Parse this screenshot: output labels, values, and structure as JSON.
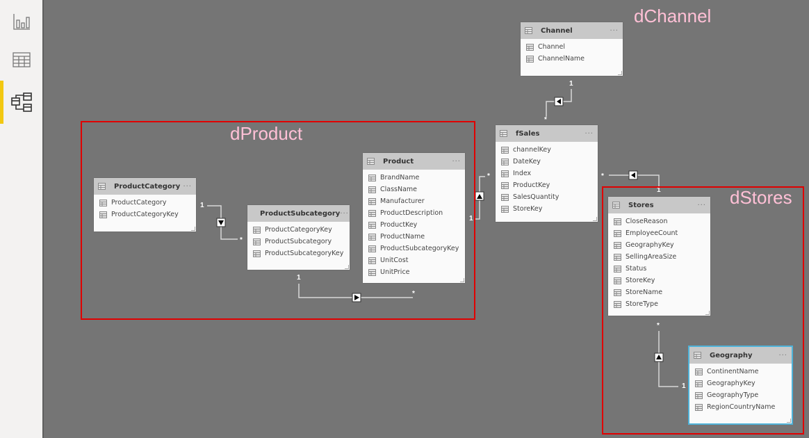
{
  "sidebar": {
    "items": [
      {
        "name": "report-view",
        "icon": "bar-chart-icon",
        "active": false
      },
      {
        "name": "data-view",
        "icon": "table-grid-icon",
        "active": false
      },
      {
        "name": "model-view",
        "icon": "model-diagram-icon",
        "active": true
      }
    ],
    "accent_color": "#f2c811"
  },
  "groups": {
    "dChannel": "dChannel",
    "dProduct": "dProduct",
    "dStores": "dStores",
    "border_color": "#e00000",
    "label_color": "#ffc0d6"
  },
  "tables": {
    "channel": {
      "title": "Channel",
      "more": "···",
      "fields": [
        "Channel",
        "ChannelName"
      ]
    },
    "fsales": {
      "title": "fSales",
      "more": "···",
      "fields": [
        "channelKey",
        "DateKey",
        "Index",
        "ProductKey",
        "SalesQuantity",
        "StoreKey"
      ]
    },
    "productcategory": {
      "title": "ProductCategory",
      "more": "···",
      "fields": [
        "ProductCategory",
        "ProductCategoryKey"
      ]
    },
    "productsubcategory": {
      "title": "ProductSubcategory",
      "more": "···",
      "fields": [
        "ProductCategoryKey",
        "ProductSubcategory",
        "ProductSubcategoryKey"
      ]
    },
    "product": {
      "title": "Product",
      "more": "···",
      "fields": [
        "BrandName",
        "ClassName",
        "Manufacturer",
        "ProductDescription",
        "ProductKey",
        "ProductName",
        "ProductSubcategoryKey",
        "UnitCost",
        "UnitPrice"
      ]
    },
    "stores": {
      "title": "Stores",
      "more": "···",
      "fields": [
        "CloseReason",
        "EmployeeCount",
        "GeographyKey",
        "SellingAreaSize",
        "Status",
        "StoreKey",
        "StoreName",
        "StoreType"
      ]
    },
    "geography": {
      "title": "Geography",
      "more": "···",
      "fields": [
        "ContinentName",
        "GeographyKey",
        "GeographyType",
        "RegionCountryName"
      ]
    }
  },
  "relationships": [
    {
      "from": "channel",
      "to": "fsales",
      "one": "1",
      "many": "*"
    },
    {
      "from": "productcategory",
      "to": "productsubcategory",
      "one": "1",
      "many": "*"
    },
    {
      "from": "productsubcategory",
      "to": "product",
      "one": "1",
      "many": "*"
    },
    {
      "from": "product",
      "to": "fsales",
      "one": "1",
      "many": "*"
    },
    {
      "from": "stores",
      "to": "fsales",
      "one": "1",
      "many": "*"
    },
    {
      "from": "geography",
      "to": "stores",
      "one": "1",
      "many": "*"
    }
  ]
}
